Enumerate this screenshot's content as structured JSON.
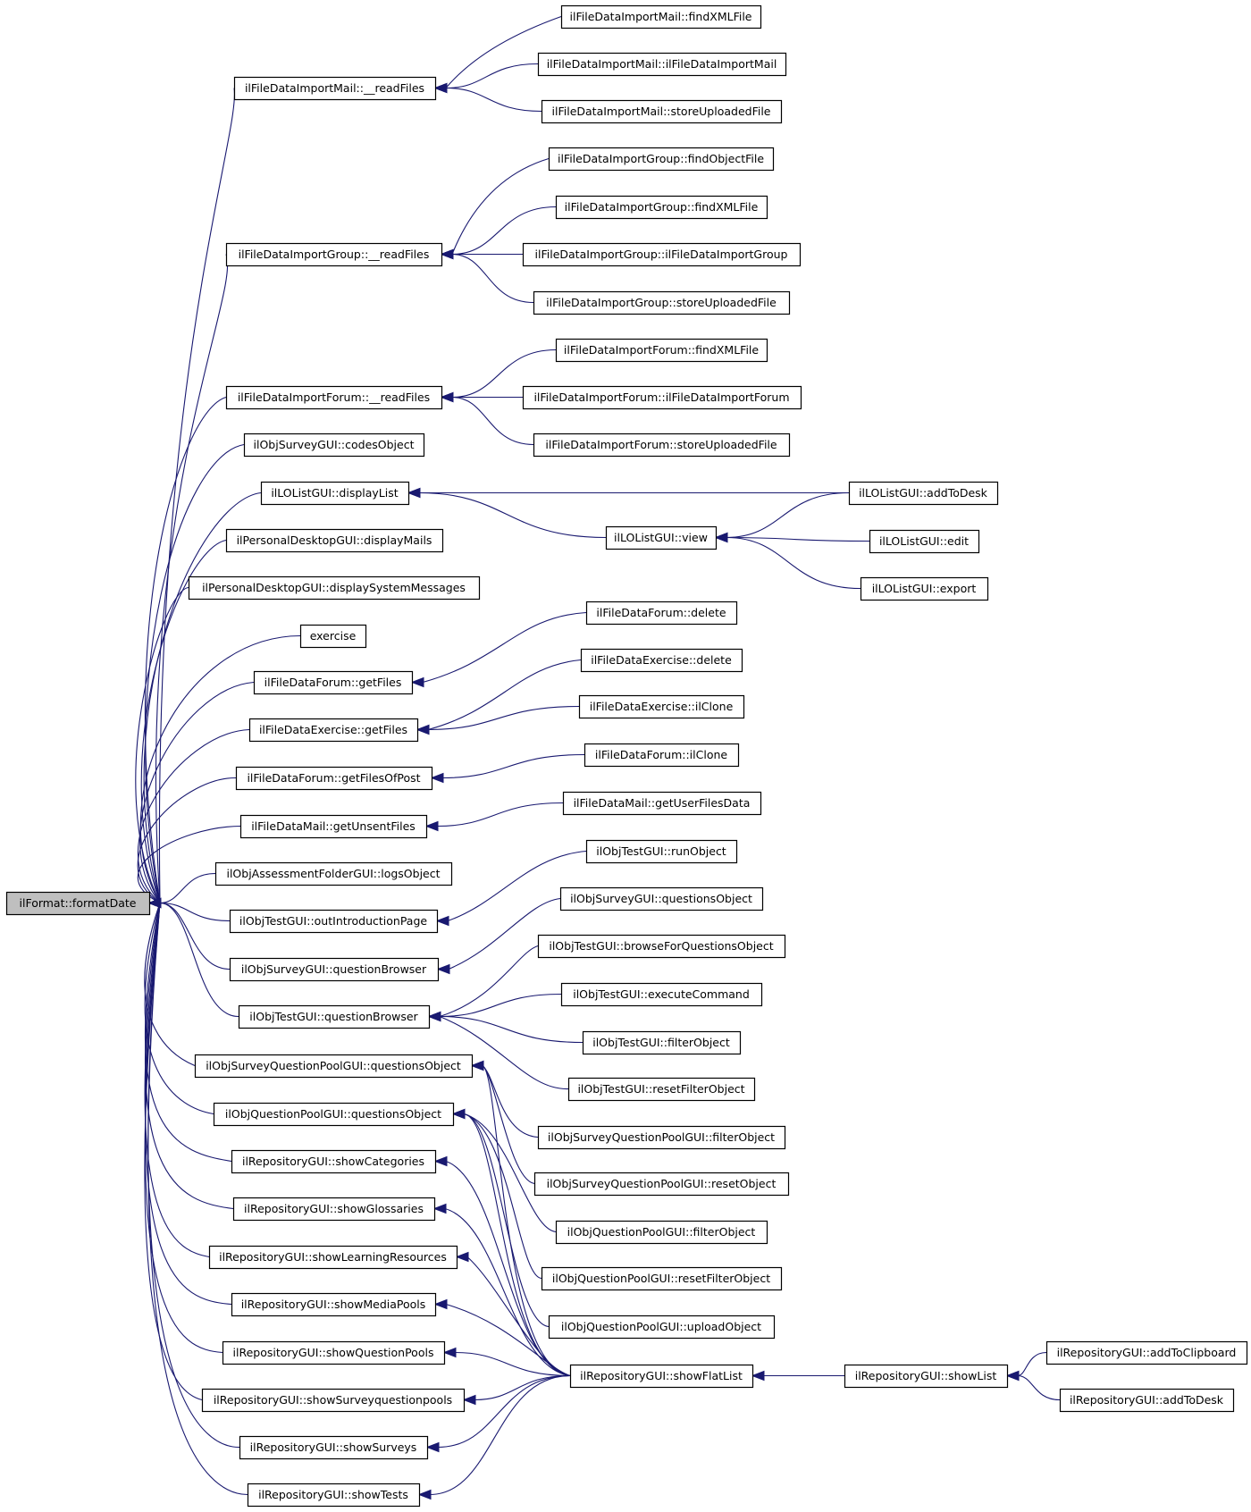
{
  "diagram": {
    "type": "call-graph",
    "colors": {
      "edge": "#191970",
      "node_border": "#000000",
      "root_fill": "#bfbfbf",
      "node_fill": "#ffffff"
    },
    "nodes": [
      {
        "id": "root",
        "label": "ilFormat::formatDate"
      },
      {
        "id": "dim_readFiles",
        "label": "ilFileDataImportMail::__readFiles"
      },
      {
        "id": "dim_findXML",
        "label": "ilFileDataImportMail::findXMLFile"
      },
      {
        "id": "dim_ctor",
        "label": "ilFileDataImportMail::ilFileDataImportMail"
      },
      {
        "id": "dim_store",
        "label": "ilFileDataImportMail::storeUploadedFile"
      },
      {
        "id": "dig_readFiles",
        "label": "ilFileDataImportGroup::__readFiles"
      },
      {
        "id": "dig_findObj",
        "label": "ilFileDataImportGroup::findObjectFile"
      },
      {
        "id": "dig_findXML",
        "label": "ilFileDataImportGroup::findXMLFile"
      },
      {
        "id": "dig_ctor",
        "label": "ilFileDataImportGroup::ilFileDataImportGroup"
      },
      {
        "id": "dig_store",
        "label": "ilFileDataImportGroup::storeUploadedFile"
      },
      {
        "id": "dif_readFiles",
        "label": "ilFileDataImportForum::__readFiles"
      },
      {
        "id": "dif_findXML",
        "label": "ilFileDataImportForum::findXMLFile"
      },
      {
        "id": "dif_ctor",
        "label": "ilFileDataImportForum::ilFileDataImportForum"
      },
      {
        "id": "dif_store",
        "label": "ilFileDataImportForum::storeUploadedFile"
      },
      {
        "id": "osg_codes",
        "label": "ilObjSurveyGUI::codesObject"
      },
      {
        "id": "lol_display",
        "label": "ilLOListGUI::displayList"
      },
      {
        "id": "lol_view",
        "label": "ilLOListGUI::view"
      },
      {
        "id": "lol_add",
        "label": "ilLOListGUI::addToDesk"
      },
      {
        "id": "lol_edit",
        "label": "ilLOListGUI::edit"
      },
      {
        "id": "lol_export",
        "label": "ilLOListGUI::export"
      },
      {
        "id": "pd_mails",
        "label": "ilPersonalDesktopGUI::displayMails"
      },
      {
        "id": "pd_sys",
        "label": "ilPersonalDesktopGUI::displaySystemMessages"
      },
      {
        "id": "exercise",
        "label": "exercise"
      },
      {
        "id": "fdf_getFiles",
        "label": "ilFileDataForum::getFiles"
      },
      {
        "id": "fdf_delete",
        "label": "ilFileDataForum::delete"
      },
      {
        "id": "fde_getFiles",
        "label": "ilFileDataExercise::getFiles"
      },
      {
        "id": "fde_delete",
        "label": "ilFileDataExercise::delete"
      },
      {
        "id": "fde_clone",
        "label": "ilFileDataExercise::ilClone"
      },
      {
        "id": "fdf_getFilesPost",
        "label": "ilFileDataForum::getFilesOfPost"
      },
      {
        "id": "fdf_clone",
        "label": "ilFileDataForum::ilClone"
      },
      {
        "id": "fdm_unsent",
        "label": "ilFileDataMail::getUnsentFiles"
      },
      {
        "id": "fdm_userFiles",
        "label": "ilFileDataMail::getUserFilesData"
      },
      {
        "id": "oaf_logs",
        "label": "ilObjAssessmentFolderGUI::logsObject"
      },
      {
        "id": "otg_intro",
        "label": "ilObjTestGUI::outIntroductionPage"
      },
      {
        "id": "otg_run",
        "label": "ilObjTestGUI::runObject"
      },
      {
        "id": "osg_qbrowser",
        "label": "ilObjSurveyGUI::questionBrowser"
      },
      {
        "id": "osg_qobj",
        "label": "ilObjSurveyGUI::questionsObject"
      },
      {
        "id": "otg_qbrowser",
        "label": "ilObjTestGUI::questionBrowser"
      },
      {
        "id": "otg_browse",
        "label": "ilObjTestGUI::browseForQuestionsObject"
      },
      {
        "id": "otg_exec",
        "label": "ilObjTestGUI::executeCommand"
      },
      {
        "id": "otg_filter",
        "label": "ilObjTestGUI::filterObject"
      },
      {
        "id": "otg_reset",
        "label": "ilObjTestGUI::resetFilterObject"
      },
      {
        "id": "osqp_qobj",
        "label": "ilObjSurveyQuestionPoolGUI::questionsObject"
      },
      {
        "id": "osqp_filter",
        "label": "ilObjSurveyQuestionPoolGUI::filterObject"
      },
      {
        "id": "osqp_reset",
        "label": "ilObjSurveyQuestionPoolGUI::resetObject"
      },
      {
        "id": "oqp_qobj",
        "label": "ilObjQuestionPoolGUI::questionsObject"
      },
      {
        "id": "oqp_filter",
        "label": "ilObjQuestionPoolGUI::filterObject"
      },
      {
        "id": "oqp_reset",
        "label": "ilObjQuestionPoolGUI::resetFilterObject"
      },
      {
        "id": "oqp_upload",
        "label": "ilObjQuestionPoolGUI::uploadObject"
      },
      {
        "id": "rg_cat",
        "label": "ilRepositoryGUI::showCategories"
      },
      {
        "id": "rg_gloss",
        "label": "ilRepositoryGUI::showGlossaries"
      },
      {
        "id": "rg_lr",
        "label": "ilRepositoryGUI::showLearningResources"
      },
      {
        "id": "rg_mp",
        "label": "ilRepositoryGUI::showMediaPools"
      },
      {
        "id": "rg_qp",
        "label": "ilRepositoryGUI::showQuestionPools"
      },
      {
        "id": "rg_sqp",
        "label": "ilRepositoryGUI::showSurveyquestionpools"
      },
      {
        "id": "rg_surveys",
        "label": "ilRepositoryGUI::showSurveys"
      },
      {
        "id": "rg_tests",
        "label": "ilRepositoryGUI::showTests"
      },
      {
        "id": "rg_flat",
        "label": "ilRepositoryGUI::showFlatList"
      },
      {
        "id": "rg_list",
        "label": "ilRepositoryGUI::showList"
      },
      {
        "id": "rg_clip",
        "label": "ilRepositoryGUI::addToClipboard"
      },
      {
        "id": "rg_desk",
        "label": "ilRepositoryGUI::addToDesk"
      }
    ],
    "edges": [
      [
        "root",
        "dim_readFiles"
      ],
      [
        "root",
        "dig_readFiles"
      ],
      [
        "root",
        "dif_readFiles"
      ],
      [
        "root",
        "osg_codes"
      ],
      [
        "root",
        "lol_display"
      ],
      [
        "root",
        "pd_mails"
      ],
      [
        "root",
        "pd_sys"
      ],
      [
        "root",
        "exercise"
      ],
      [
        "root",
        "fdf_getFiles"
      ],
      [
        "root",
        "fde_getFiles"
      ],
      [
        "root",
        "fdf_getFilesPost"
      ],
      [
        "root",
        "fdm_unsent"
      ],
      [
        "root",
        "oaf_logs"
      ],
      [
        "root",
        "otg_intro"
      ],
      [
        "root",
        "osg_qbrowser"
      ],
      [
        "root",
        "otg_qbrowser"
      ],
      [
        "root",
        "osqp_qobj"
      ],
      [
        "root",
        "oqp_qobj"
      ],
      [
        "root",
        "rg_cat"
      ],
      [
        "root",
        "rg_gloss"
      ],
      [
        "root",
        "rg_lr"
      ],
      [
        "root",
        "rg_mp"
      ],
      [
        "root",
        "rg_qp"
      ],
      [
        "root",
        "rg_sqp"
      ],
      [
        "root",
        "rg_surveys"
      ],
      [
        "root",
        "rg_tests"
      ],
      [
        "dim_readFiles",
        "dim_findXML"
      ],
      [
        "dim_readFiles",
        "dim_ctor"
      ],
      [
        "dim_readFiles",
        "dim_store"
      ],
      [
        "dig_readFiles",
        "dig_findObj"
      ],
      [
        "dig_readFiles",
        "dig_findXML"
      ],
      [
        "dig_readFiles",
        "dig_ctor"
      ],
      [
        "dig_readFiles",
        "dig_store"
      ],
      [
        "dif_readFiles",
        "dif_findXML"
      ],
      [
        "dif_readFiles",
        "dif_ctor"
      ],
      [
        "dif_readFiles",
        "dif_store"
      ],
      [
        "lol_display",
        "lol_add"
      ],
      [
        "lol_display",
        "lol_view"
      ],
      [
        "lol_view",
        "lol_add"
      ],
      [
        "lol_view",
        "lol_edit"
      ],
      [
        "lol_view",
        "lol_export"
      ],
      [
        "fdf_getFiles",
        "fdf_delete"
      ],
      [
        "fde_getFiles",
        "fde_delete"
      ],
      [
        "fde_getFiles",
        "fde_clone"
      ],
      [
        "fdf_getFilesPost",
        "fdf_clone"
      ],
      [
        "fdm_unsent",
        "fdm_userFiles"
      ],
      [
        "otg_intro",
        "otg_run"
      ],
      [
        "osg_qbrowser",
        "osg_qobj"
      ],
      [
        "otg_qbrowser",
        "otg_browse"
      ],
      [
        "otg_qbrowser",
        "otg_exec"
      ],
      [
        "otg_qbrowser",
        "otg_filter"
      ],
      [
        "otg_qbrowser",
        "otg_reset"
      ],
      [
        "osqp_qobj",
        "osqp_filter"
      ],
      [
        "osqp_qobj",
        "osqp_reset"
      ],
      [
        "osqp_qobj",
        "rg_flat"
      ],
      [
        "oqp_qobj",
        "oqp_filter"
      ],
      [
        "oqp_qobj",
        "oqp_reset"
      ],
      [
        "oqp_qobj",
        "oqp_upload"
      ],
      [
        "oqp_qobj",
        "rg_flat"
      ],
      [
        "rg_cat",
        "rg_flat"
      ],
      [
        "rg_gloss",
        "rg_flat"
      ],
      [
        "rg_lr",
        "rg_flat"
      ],
      [
        "rg_mp",
        "rg_flat"
      ],
      [
        "rg_qp",
        "rg_flat"
      ],
      [
        "rg_sqp",
        "rg_flat"
      ],
      [
        "rg_surveys",
        "rg_flat"
      ],
      [
        "rg_tests",
        "rg_flat"
      ],
      [
        "rg_flat",
        "rg_list"
      ],
      [
        "rg_list",
        "rg_clip"
      ],
      [
        "rg_list",
        "rg_desk"
      ]
    ]
  }
}
